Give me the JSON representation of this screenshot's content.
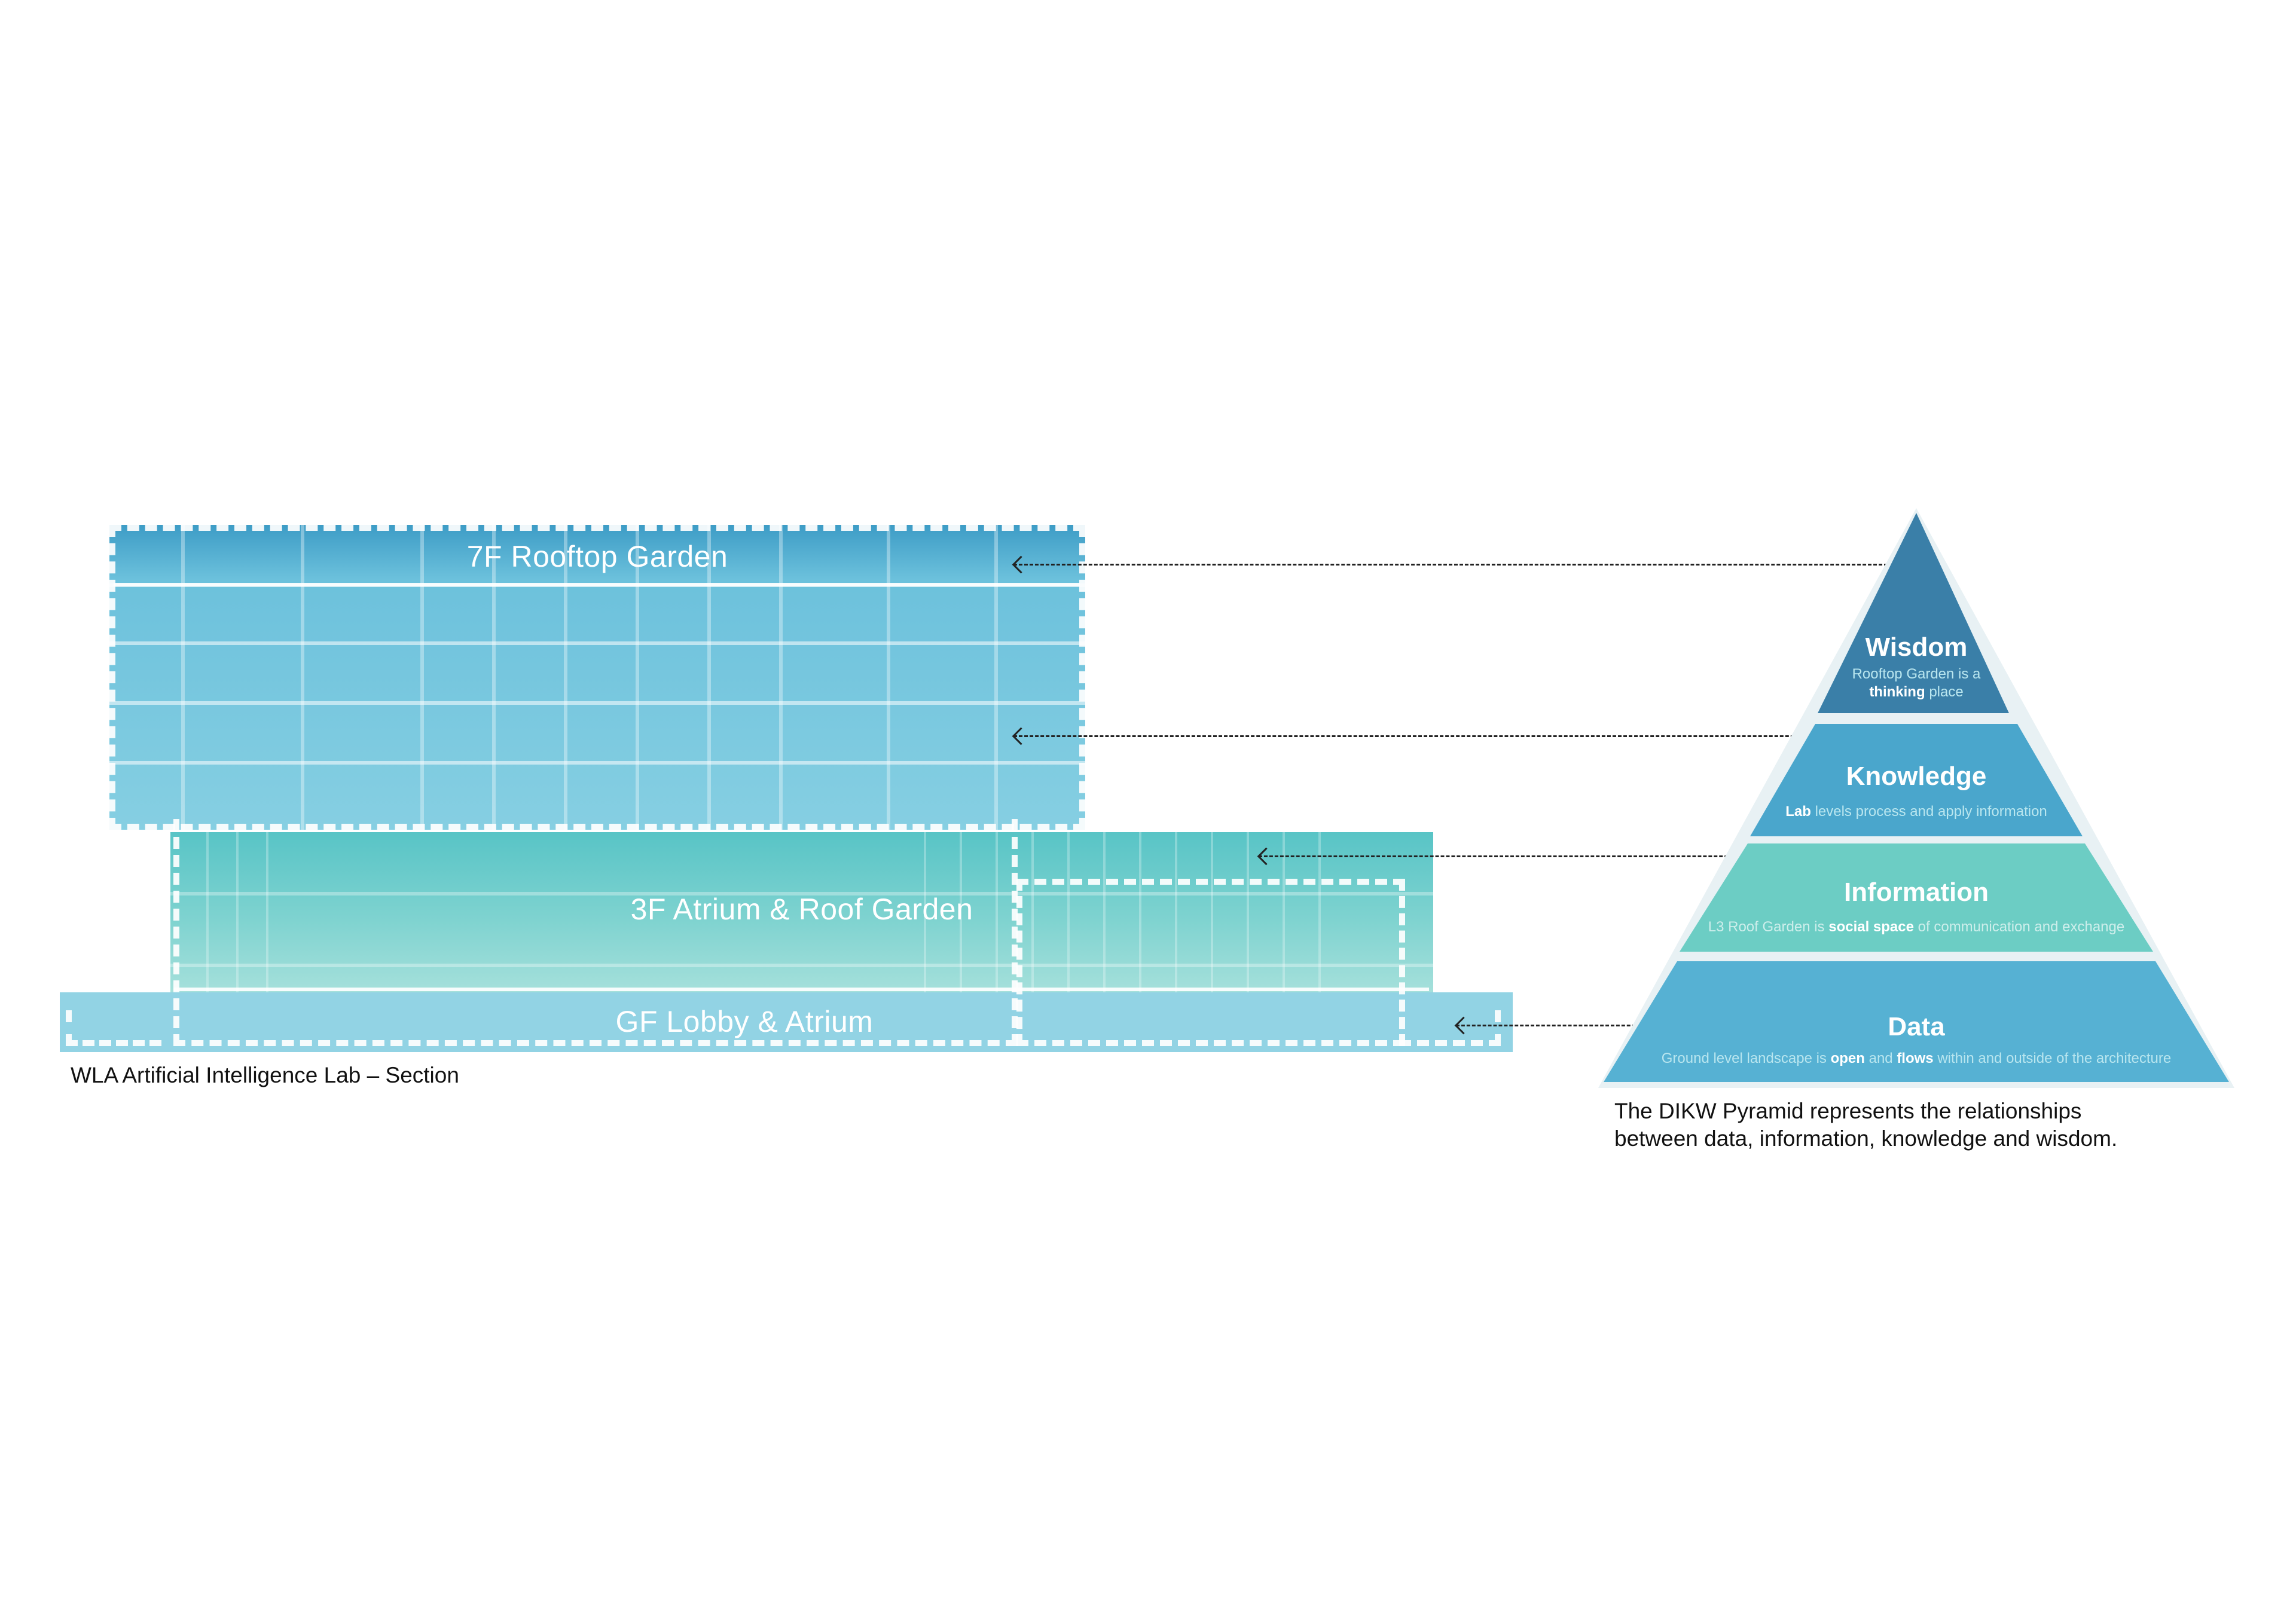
{
  "section": {
    "caption": "WLA Artificial Intelligence Lab – Section",
    "bands": {
      "rooftop": "7F Rooftop Garden",
      "atrium": "3F Atrium & Roof Garden",
      "lobby": "GF Lobby & Atrium"
    }
  },
  "pyramid": {
    "caption_line1": "The DIKW Pyramid represents the relationships",
    "caption_line2": "between data, information, knowledge and wisdom.",
    "tiers": {
      "wisdom": {
        "title": "Wisdom",
        "desc_pre": "Rooftop Garden is a",
        "desc_bold": "thinking",
        "desc_post": "place",
        "color": "#3a7fa8"
      },
      "knowledge": {
        "title": "Knowledge",
        "desc_bold": "Lab",
        "desc_post": "levels process and apply information",
        "color": "#4aa6cc"
      },
      "information": {
        "title": "Information",
        "desc_pre": "L3 Roof Garden is",
        "desc_bold": "social space",
        "desc_post": "of communication and exchange",
        "color": "#6ccdc4"
      },
      "data": {
        "title": "Data",
        "desc_pre": "Ground level landscape is",
        "desc_bold1": "open",
        "desc_mid": "and",
        "desc_bold2": "flows",
        "desc_post": "within and outside of the architecture",
        "color": "#56b1d3"
      }
    }
  },
  "colors": {
    "rooftop_band": "#5fb4d8",
    "atrium_band": "#7fd3d0",
    "lobby_band": "#92d3e4",
    "tier_outline": "#e8f1f4"
  }
}
